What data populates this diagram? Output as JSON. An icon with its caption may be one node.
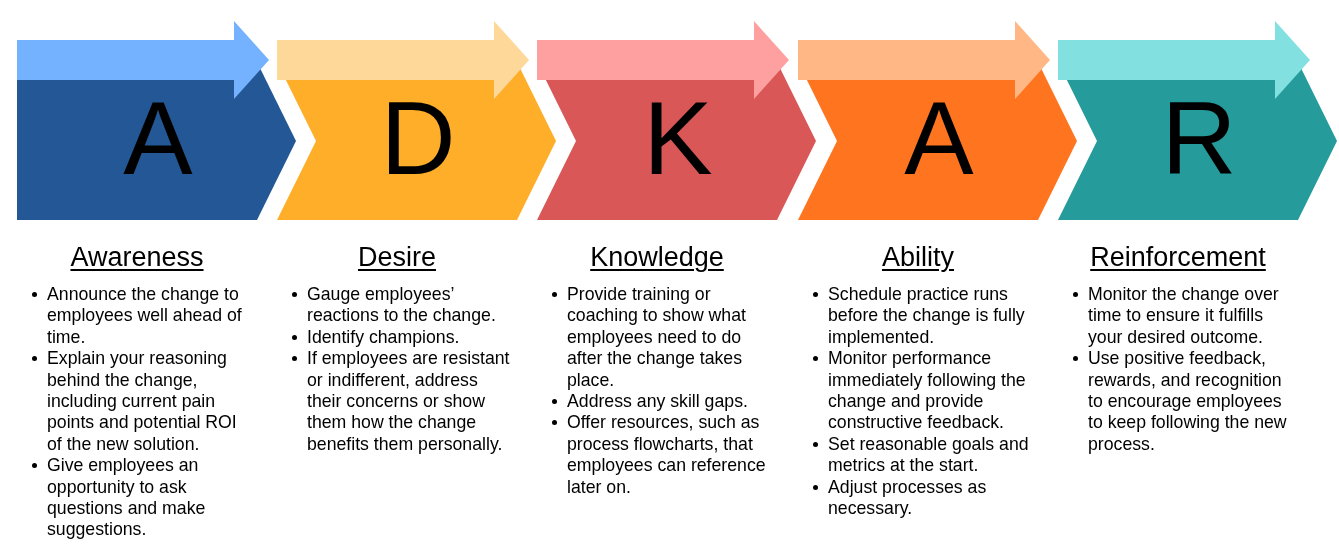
{
  "diagram": {
    "nodes": [
      {
        "text": [
          "A"
        ],
        "beside": [
          "Awareness",
          "Announce the change to employees well ahead of time.",
          "Explain your reasoning behind the change, including current pain points and potential ROI of the new solution.",
          "Give employees an opportunity to ask questions and make suggestions."
        ]
      },
      {
        "text": [
          "D"
        ],
        "beside": [
          "Desire",
          "Gauge employees’ reactions to the change.",
          "Identify champions.",
          "If employees are resistant or indifferent, address their concerns or show them how the change benefits them personally."
        ]
      },
      {
        "text": [
          "K"
        ],
        "beside": [
          "Knowledge",
          "Provide training or coaching to show what employees need to do after the change takes place.",
          "Address any skill gaps.",
          "Offer resources, such as process flowcharts, that employees can reference later on."
        ]
      },
      {
        "text": [
          "A"
        ],
        "beside": [
          "Ability",
          "Schedule practice runs before the change is fully implemented.",
          "Monitor performance immediately following the change and provide constructive feedback.",
          "Set reasonable goals and metrics at the start.",
          "Adjust processes as necessary."
        ]
      },
      {
        "text": [
          "R"
        ],
        "beside": [
          "Reinforcement",
          "Monitor the change over time to ensure it fulfills your desired outcome.",
          "Use positive feedback, rewards, and recognition to encourage employees to keep following the new process."
        ]
      }
    ]
  }
}
